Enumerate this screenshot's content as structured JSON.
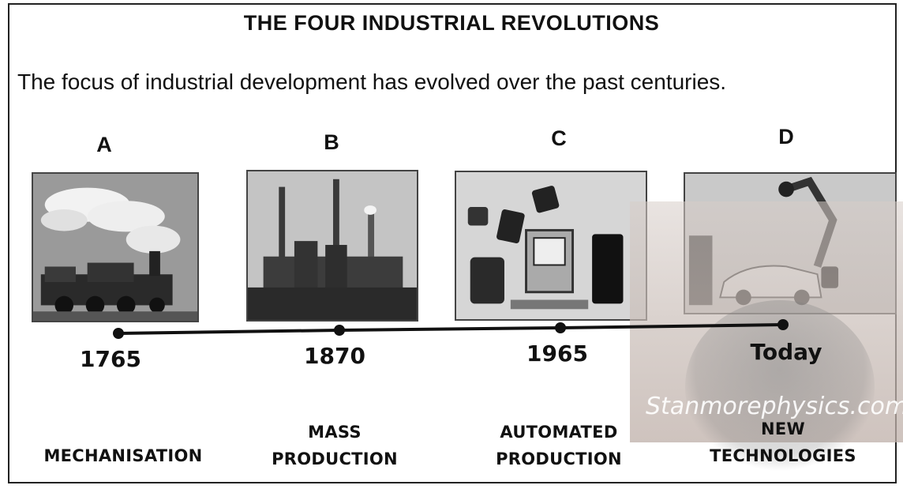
{
  "title": "THE FOUR INDUSTRIAL REVOLUTIONS",
  "intro": "The focus of industrial development has evolved over the past centuries.",
  "stages": [
    {
      "letter": "A",
      "year": "1765",
      "caption": [
        "MECHANISATION"
      ],
      "image": "steam-locomotive"
    },
    {
      "letter": "B",
      "year": "1870",
      "caption": [
        "MASS",
        "PRODUCTION"
      ],
      "image": "factory-chimneys"
    },
    {
      "letter": "C",
      "year": "1965",
      "caption": [
        "AUTOMATED",
        "PRODUCTION"
      ],
      "image": "computers-and-devices"
    },
    {
      "letter": "D",
      "year": "Today",
      "caption": [
        "NEW",
        "TECHNOLOGIES"
      ],
      "image": "robot-arm-and-car"
    }
  ],
  "watermark": "Stanmorephysics.com",
  "colors": {
    "text": "#111111",
    "border": "#222222",
    "timeline": "#111111"
  }
}
